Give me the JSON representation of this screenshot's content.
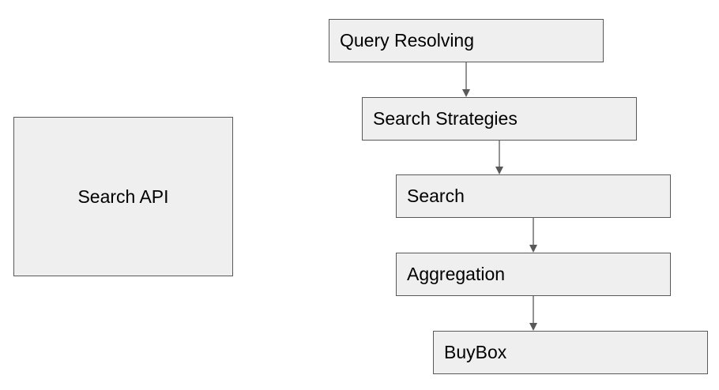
{
  "diagram": {
    "api_box": {
      "label": "Search API"
    },
    "pipeline": [
      {
        "id": "query-resolving",
        "label": "Query Resolving"
      },
      {
        "id": "search-strategies",
        "label": "Search Strategies"
      },
      {
        "id": "search",
        "label": "Search"
      },
      {
        "id": "aggregation",
        "label": "Aggregation"
      },
      {
        "id": "buybox",
        "label": "BuyBox"
      }
    ],
    "colors": {
      "box_fill": "#efefef",
      "box_border": "#595959",
      "arrow": "#595959",
      "text": "#000000"
    }
  }
}
